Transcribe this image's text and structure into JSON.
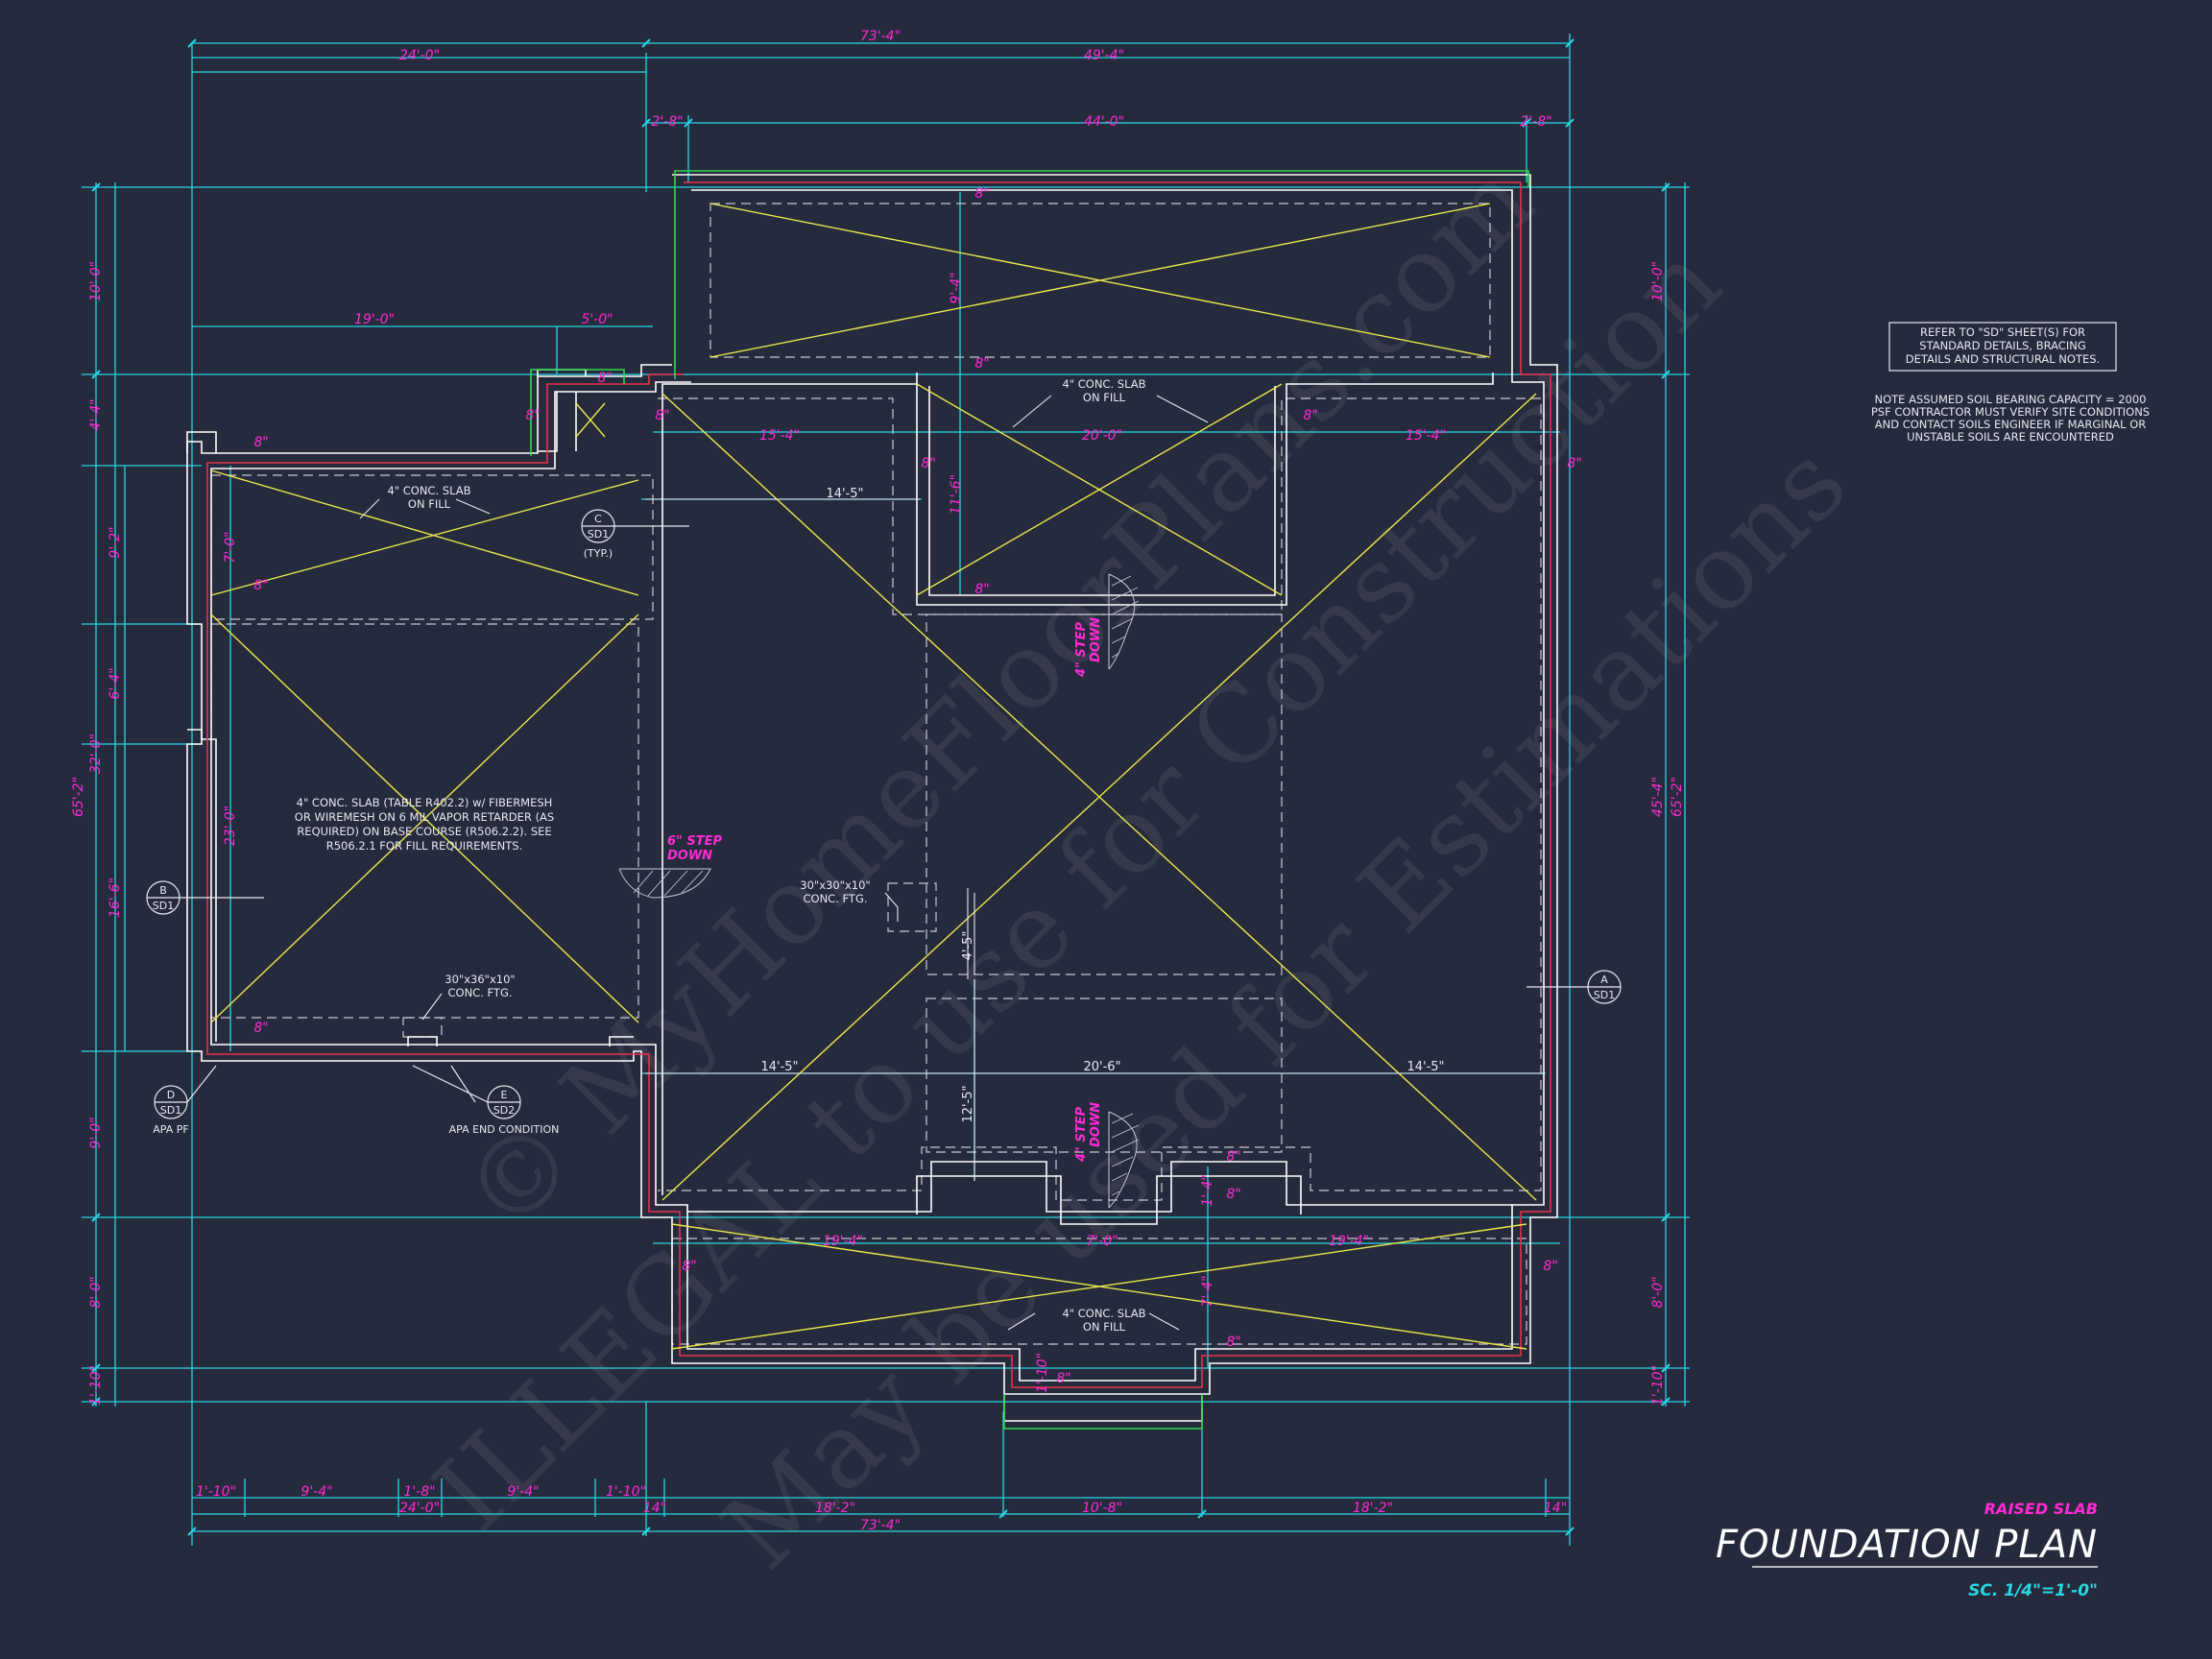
{
  "title": {
    "subtitle": "RAISED SLAB",
    "main": "FOUNDATION PLAN",
    "scale": "SC. 1/4\"=1'-0\""
  },
  "watermark": {
    "line1": "© MyHomeFloorPlans.com",
    "line2": "ILLEGAL to use for Construction",
    "line3": "May be used for Estimations"
  },
  "general_notes": {
    "refer_box": [
      "REFER TO \"SD\" SHEET(S) FOR",
      "STANDARD DETAILS, BRACING",
      "DETAILS AND STRUCTURAL NOTES."
    ],
    "soil_note": [
      "NOTE ASSUMED SOIL BEARING CAPACITY = 2000",
      "PSF CONTRACTOR MUST VERIFY SITE CONDITIONS",
      "AND CONTACT SOILS ENGINEER IF MARGINAL OR",
      "UNSTABLE SOILS ARE ENCOUNTERED"
    ]
  },
  "dimensions": {
    "top_overall": "73'-4\"",
    "top_left": "24'-0\"",
    "top_right": "49'-4\"",
    "top_rear_left": "2'-8\"",
    "top_rear_mid": "44'-0\"",
    "top_rear_right": "2'-8\"",
    "mid_19": "19'-0\"",
    "mid_5": "5'-0\"",
    "row_15_4_left": "15'-4\"",
    "row_20_0": "20'-0\"",
    "row_15_4_right": "15'-4\"",
    "left_10": "10'-0\"",
    "left_4_4": "4'-4\"",
    "left_9_2": "9'-2\"",
    "left_6_4": "6'-4\"",
    "left_32_0": "32'-0\"",
    "left_16_6": "16'-6\"",
    "left_9_0": "9'-0\"",
    "left_8_0": "8'-0\"",
    "left_1_10": "1'-10\"",
    "left_65_2": "65'-2\"",
    "right_10": "10'-0\"",
    "right_45_4": "45'-4\"",
    "right_65_2": "65'-2\"",
    "right_8_0": "8'-0\"",
    "right_1_10": "1'-10\"",
    "garage_7_0": "7'-0\"",
    "garage_23_0": "23'-0\"",
    "rear_9_4": "9'-4\"",
    "rear_11_6": "11'-6\"",
    "w_14_5_a": "14'-5\"",
    "w_14_5_b": "14'-5\"",
    "w_20_6": "20'-6\"",
    "w_14_5_c": "14'-5\"",
    "w_4_5": "4'-5\"",
    "w_12_5": "12'-5\"",
    "front_19_4_a": "19'-4\"",
    "front_7_0": "7'-0\"",
    "front_19_4_b": "19'-4\"",
    "front_7_4": "7'-4\"",
    "front_1_4": "1'-4\"",
    "front_1_10": "1'-10\"",
    "bot_1_10_a": "1'-10\"",
    "bot_9_4_a": "9'-4\"",
    "bot_1_8": "1'-8\"",
    "bot_9_4_b": "9'-4\"",
    "bot_1_10_b": "1'-10\"",
    "bot_24_0": "24'-0\"",
    "bot_14_a": "14\"",
    "bot_18_2_a": "18'-2\"",
    "bot_10_8": "10'-8\"",
    "bot_18_2_b": "18'-2\"",
    "bot_14_b": "14\"",
    "bot_overall": "73'-4\"",
    "eight_inch": "8\""
  },
  "notes": {
    "slab_rear": [
      "4\" CONC. SLAB",
      "ON FILL"
    ],
    "slab_left": [
      "4\" CONC. SLAB",
      "ON FILL"
    ],
    "slab_front": [
      "4\" CONC. SLAB",
      "ON FILL"
    ],
    "garage_slab": [
      "4\" CONC. SLAB (TABLE R402.2) w/ FIBERMESH",
      "OR WIREMESH ON 6 MIL VAPOR RETARDER (AS",
      "REQUIRED) ON BASE COURSE (R506.2.2). SEE",
      "R506.2.1 FOR FILL REQUIREMENTS."
    ],
    "ftg_30": [
      "30\"x30\"x10\"",
      "CONC. FTG."
    ],
    "ftg_36": [
      "30\"x36\"x10\"",
      "CONC. FTG."
    ],
    "step_6": [
      "6\" STEP",
      "DOWN"
    ],
    "step_4_top": [
      "4\" STEP",
      "DOWN"
    ],
    "step_4_bot": [
      "4\" STEP",
      "DOWN"
    ]
  },
  "section_tags": [
    {
      "letter": "C",
      "sheet": "SD1",
      "label": "(TYP.)"
    },
    {
      "letter": "B",
      "sheet": "SD1",
      "label": ""
    },
    {
      "letter": "D",
      "sheet": "SD1",
      "label": "APA PF"
    },
    {
      "letter": "E",
      "sheet": "SD2",
      "label": "APA END CONDITION"
    },
    {
      "letter": "A",
      "sheet": "SD1",
      "label": ""
    }
  ],
  "colors": {
    "background": "#262a3d",
    "dimension_lines": "#27d7e3",
    "dimension_text": "#ff2ad4",
    "walls": "#ffffff",
    "footing_dashed": "#c8c8d0",
    "slab_diagonals": "#e8e84a",
    "wall_inner_red": "#e8304a",
    "porch_green": "#2bd84a"
  }
}
